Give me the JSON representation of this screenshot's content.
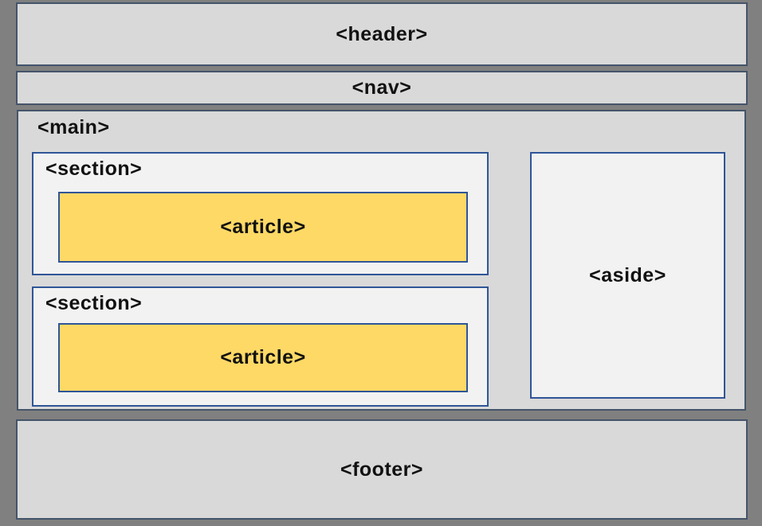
{
  "colors": {
    "canvas_background": "#808080",
    "outer_box_fill": "#d9d9d9",
    "outer_box_border": "#44546a",
    "inner_box_fill": "#f2f2f2",
    "inner_box_border": "#2f5597",
    "article_fill": "#ffd966",
    "label_text": "#111111"
  },
  "diagram": {
    "header": {
      "label": "<header>"
    },
    "nav": {
      "label": "<nav>"
    },
    "main": {
      "label": "<main>",
      "sections": [
        {
          "label": "<section>",
          "article": {
            "label": "<article>"
          }
        },
        {
          "label": "<section>",
          "article": {
            "label": "<article>"
          }
        }
      ],
      "aside": {
        "label": "<aside>"
      }
    },
    "footer": {
      "label": "<footer>"
    }
  }
}
